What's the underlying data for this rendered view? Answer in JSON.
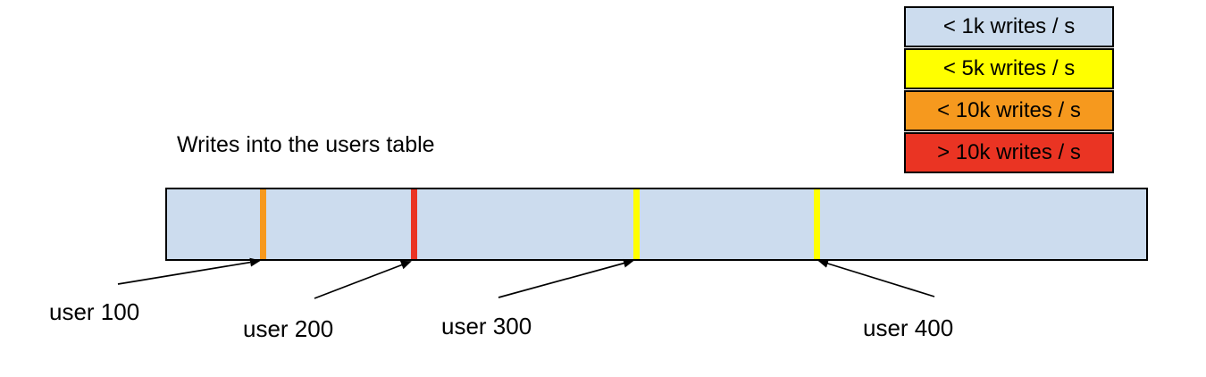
{
  "title": "Writes into the users table",
  "legend": {
    "items": [
      {
        "label": "< 1k writes / s",
        "color": "#ccdcee"
      },
      {
        "label": "< 5k writes / s",
        "color": "#ffff00"
      },
      {
        "label": "< 10k writes / s",
        "color": "#f6991e"
      },
      {
        "label": "> 10k writes / s",
        "color": "#ea3423"
      }
    ]
  },
  "bar": {
    "fill": "#ccdcee",
    "border_color": "#000000",
    "markers": [
      {
        "user": "user 100",
        "color": "#f6991e",
        "position_pct": 9.8
      },
      {
        "user": "user 200",
        "color": "#ea3423",
        "position_pct": 25.2
      },
      {
        "user": "user 300",
        "color": "#ffff00",
        "position_pct": 47.9
      },
      {
        "user": "user 400",
        "color": "#ffff00",
        "position_pct": 66.3
      }
    ]
  },
  "labels": {
    "user_100": "user 100",
    "user_200": "user 200",
    "user_300": "user 300",
    "user_400": "user 400"
  }
}
